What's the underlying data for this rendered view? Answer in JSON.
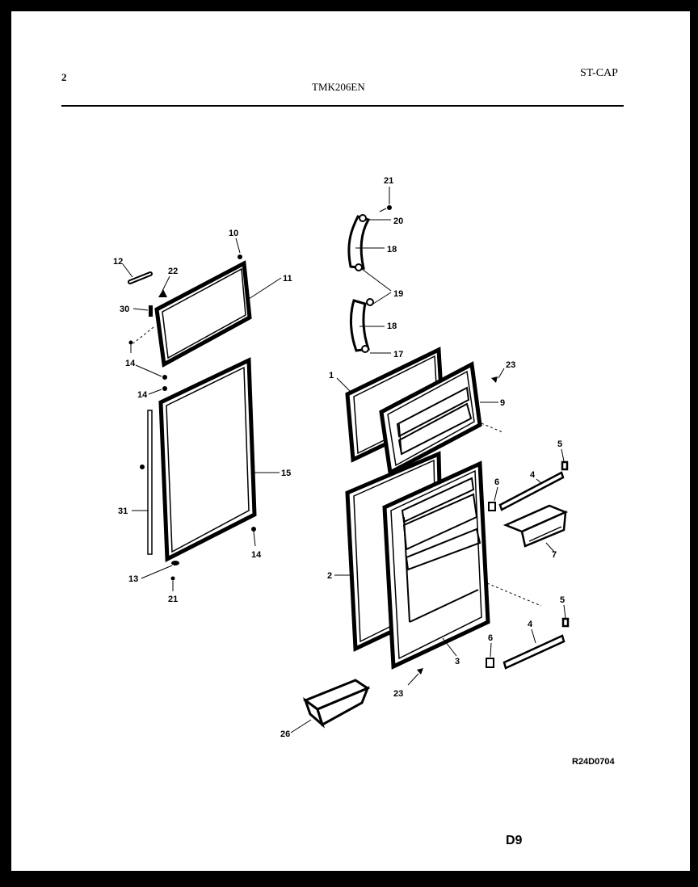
{
  "header": {
    "page_number": "2",
    "model": "TMK206EN",
    "code": "ST-CAP"
  },
  "footer": {
    "drawing_id": "R24D0704",
    "section": "D9"
  },
  "labels": {
    "l1": "1",
    "l2": "2",
    "l3": "3",
    "l4a": "4",
    "l4b": "4",
    "l5a": "5",
    "l5b": "5",
    "l6a": "6",
    "l6b": "6",
    "l7": "7",
    "l9": "9",
    "l10": "10",
    "l11": "11",
    "l12": "12",
    "l13": "13",
    "l14a": "14",
    "l14b": "14",
    "l14c": "14",
    "l15": "15",
    "l17": "17",
    "l18a": "18",
    "l18b": "18",
    "l19": "19",
    "l20": "20",
    "l21a": "21",
    "l21b": "21",
    "l22": "22",
    "l23a": "23",
    "l23b": "23",
    "l26": "26",
    "l30": "30",
    "l31": "31"
  }
}
